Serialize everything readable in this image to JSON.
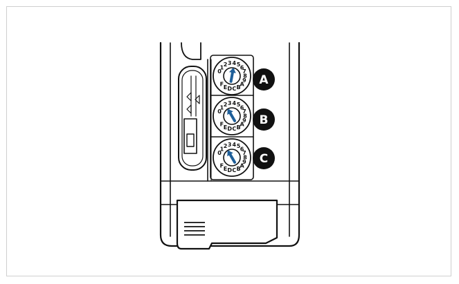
{
  "figure": {
    "dial_digits": [
      "0",
      "1",
      "2",
      "3",
      "4",
      "5",
      "6",
      "7",
      "8",
      "9",
      "A",
      "B",
      "C",
      "D",
      "E",
      "F"
    ],
    "switches": [
      {
        "label": "A",
        "position": 4
      },
      {
        "label": "B",
        "position": 2
      },
      {
        "label": "C",
        "position": 2
      }
    ],
    "colors": {
      "outline": "#111111",
      "housing_fill": "#ffffff",
      "pointer_blue": "#1f5f99",
      "callout_fill": "#111111",
      "frame_border": "#cfcfcf"
    },
    "icons": [
      "rotary-switch-icon",
      "callout-badge-icon"
    ]
  }
}
